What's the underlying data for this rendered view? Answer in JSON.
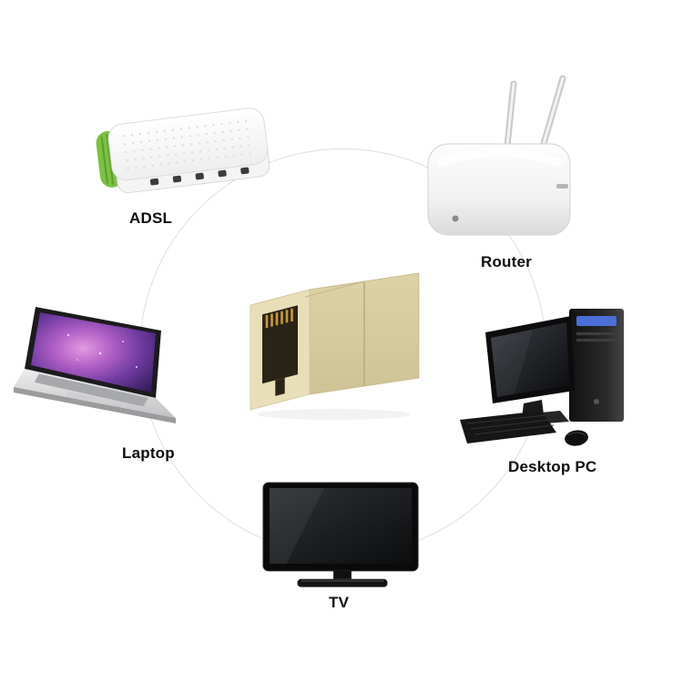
{
  "figure": {
    "type": "product-connectivity-diagram",
    "center_product": "rj45-network-coupler"
  },
  "labels": {
    "adsl": "ADSL",
    "router": "Router",
    "laptop": "Laptop",
    "desktop_pc": "Desktop PC",
    "tv": "TV"
  },
  "colors": {
    "background": "#ffffff",
    "circle_stroke": "#dedede",
    "label_text": "#0d0d0d",
    "coupler_body": "#e8dfb8",
    "modem_accent_green": "#7cc142"
  }
}
